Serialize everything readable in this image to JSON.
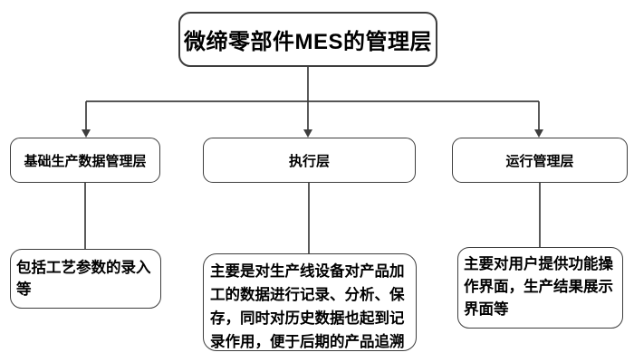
{
  "diagram": {
    "title": "微缔零部件MES的管理层",
    "layers": [
      {
        "label": "基础生产数据管理层",
        "description": "包括工艺参数的录入\n等"
      },
      {
        "label": "执行层",
        "description": "主要是对生产线设备对产品加\n工的数据进行记录、分析、保\n存，同时对历史数据也起到记\n录作用，便于后期的产品追溯"
      },
      {
        "label": "运行管理层",
        "description": "主要对用户提供功能操\n作界面，生产结果展示\n界面等"
      }
    ],
    "colors": {
      "line": "#3d3d3d",
      "box_border": "#3d3d3d",
      "background": "#ffffff",
      "text": "#000000"
    }
  }
}
